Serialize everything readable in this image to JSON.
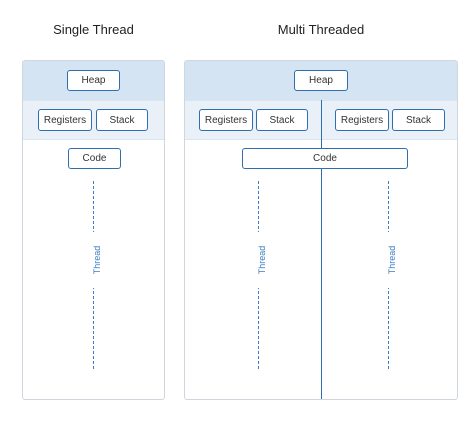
{
  "single": {
    "title": "Single Thread",
    "heap": "Heap",
    "registers": "Registers",
    "stack": "Stack",
    "code": "Code",
    "thread": "Thread"
  },
  "multi": {
    "title": "Multi Threaded",
    "heap": "Heap",
    "threads": [
      {
        "registers": "Registers",
        "stack": "Stack",
        "thread": "Thread"
      },
      {
        "registers": "Registers",
        "stack": "Stack",
        "thread": "Thread"
      }
    ],
    "code": "Code"
  },
  "colors": {
    "accent": "#2f6eaf",
    "heap_band": "#d5e4f3",
    "register_band": "#e9f0f8",
    "thread_line": "#3b7dc3"
  }
}
